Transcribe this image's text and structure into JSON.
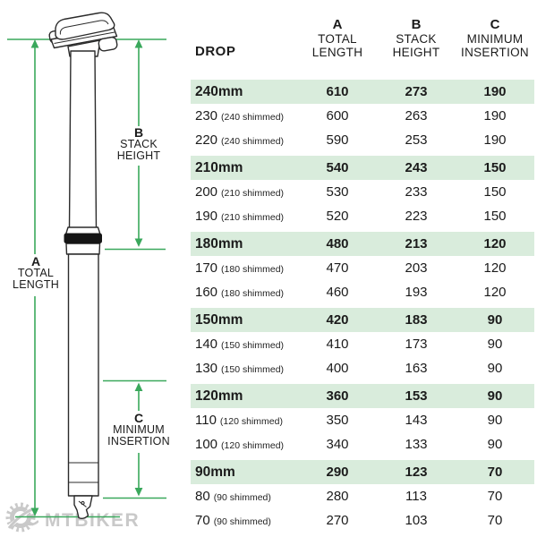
{
  "diagram": {
    "a": {
      "letter": "A",
      "line1": "TOTAL",
      "line2": "LENGTH"
    },
    "b": {
      "letter": "B",
      "line1": "STACK",
      "line2": "HEIGHT"
    },
    "c": {
      "letter": "C",
      "line1": "MINIMUM",
      "line2": "INSERTION"
    }
  },
  "watermark": {
    "text": "MTBIKER",
    "icon": "gear-icon",
    "color": "#c9c9c9"
  },
  "colors": {
    "dimension_green": "#3aa85c",
    "band_green": "#d9ecdc",
    "text_black": "#1b1b1b",
    "collar_black": "#151515"
  },
  "table": {
    "header": {
      "drop": "DROP",
      "cols": [
        {
          "letter": "A",
          "line1": "TOTAL",
          "line2": "LENGTH"
        },
        {
          "letter": "B",
          "line1": "STACK",
          "line2": "HEIGHT"
        },
        {
          "letter": "C",
          "line1": "MINIMUM",
          "line2": "INSERTION"
        }
      ]
    },
    "groups": [
      {
        "main": {
          "drop": "240mm",
          "a": "610",
          "b": "273",
          "c": "190"
        },
        "rows": [
          {
            "drop": "230",
            "note": "(240 shimmed)",
            "a": "600",
            "b": "263",
            "c": "190"
          },
          {
            "drop": "220",
            "note": "(240 shimmed)",
            "a": "590",
            "b": "253",
            "c": "190"
          }
        ]
      },
      {
        "main": {
          "drop": "210mm",
          "a": "540",
          "b": "243",
          "c": "150"
        },
        "rows": [
          {
            "drop": "200",
            "note": "(210 shimmed)",
            "a": "530",
            "b": "233",
            "c": "150"
          },
          {
            "drop": "190",
            "note": "(210 shimmed)",
            "a": "520",
            "b": "223",
            "c": "150"
          }
        ]
      },
      {
        "main": {
          "drop": "180mm",
          "a": "480",
          "b": "213",
          "c": "120"
        },
        "rows": [
          {
            "drop": "170",
            "note": "(180 shimmed)",
            "a": "470",
            "b": "203",
            "c": "120"
          },
          {
            "drop": "160",
            "note": "(180 shimmed)",
            "a": "460",
            "b": "193",
            "c": "120"
          }
        ]
      },
      {
        "main": {
          "drop": "150mm",
          "a": "420",
          "b": "183",
          "c": "90"
        },
        "rows": [
          {
            "drop": "140",
            "note": "(150 shimmed)",
            "a": "410",
            "b": "173",
            "c": "90"
          },
          {
            "drop": "130",
            "note": "(150 shimmed)",
            "a": "400",
            "b": "163",
            "c": "90"
          }
        ]
      },
      {
        "main": {
          "drop": "120mm",
          "a": "360",
          "b": "153",
          "c": "90"
        },
        "rows": [
          {
            "drop": "110",
            "note": "(120 shimmed)",
            "a": "350",
            "b": "143",
            "c": "90"
          },
          {
            "drop": "100",
            "note": "(120 shimmed)",
            "a": "340",
            "b": "133",
            "c": "90"
          }
        ]
      },
      {
        "main": {
          "drop": "90mm",
          "a": "290",
          "b": "123",
          "c": "70"
        },
        "rows": [
          {
            "drop": "80",
            "note": "(90 shimmed)",
            "a": "280",
            "b": "113",
            "c": "70"
          },
          {
            "drop": "70",
            "note": "(90 shimmed)",
            "a": "270",
            "b": "103",
            "c": "70"
          }
        ]
      }
    ]
  }
}
